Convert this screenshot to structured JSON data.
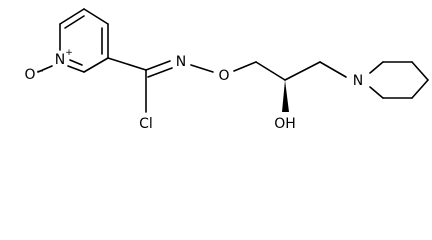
{
  "molecule": {
    "atoms": {
      "n_pyridine": {
        "symbol": "N",
        "charge": "+"
      },
      "o_oxide": {
        "symbol": "O",
        "charge": "−"
      },
      "n_oxime": {
        "symbol": "N"
      },
      "o_ether": {
        "symbol": "O"
      },
      "chlorine": {
        "symbol": "Cl"
      },
      "hydroxyl": {
        "symbol": "OH"
      },
      "n_piperidine": {
        "symbol": "N"
      }
    }
  }
}
